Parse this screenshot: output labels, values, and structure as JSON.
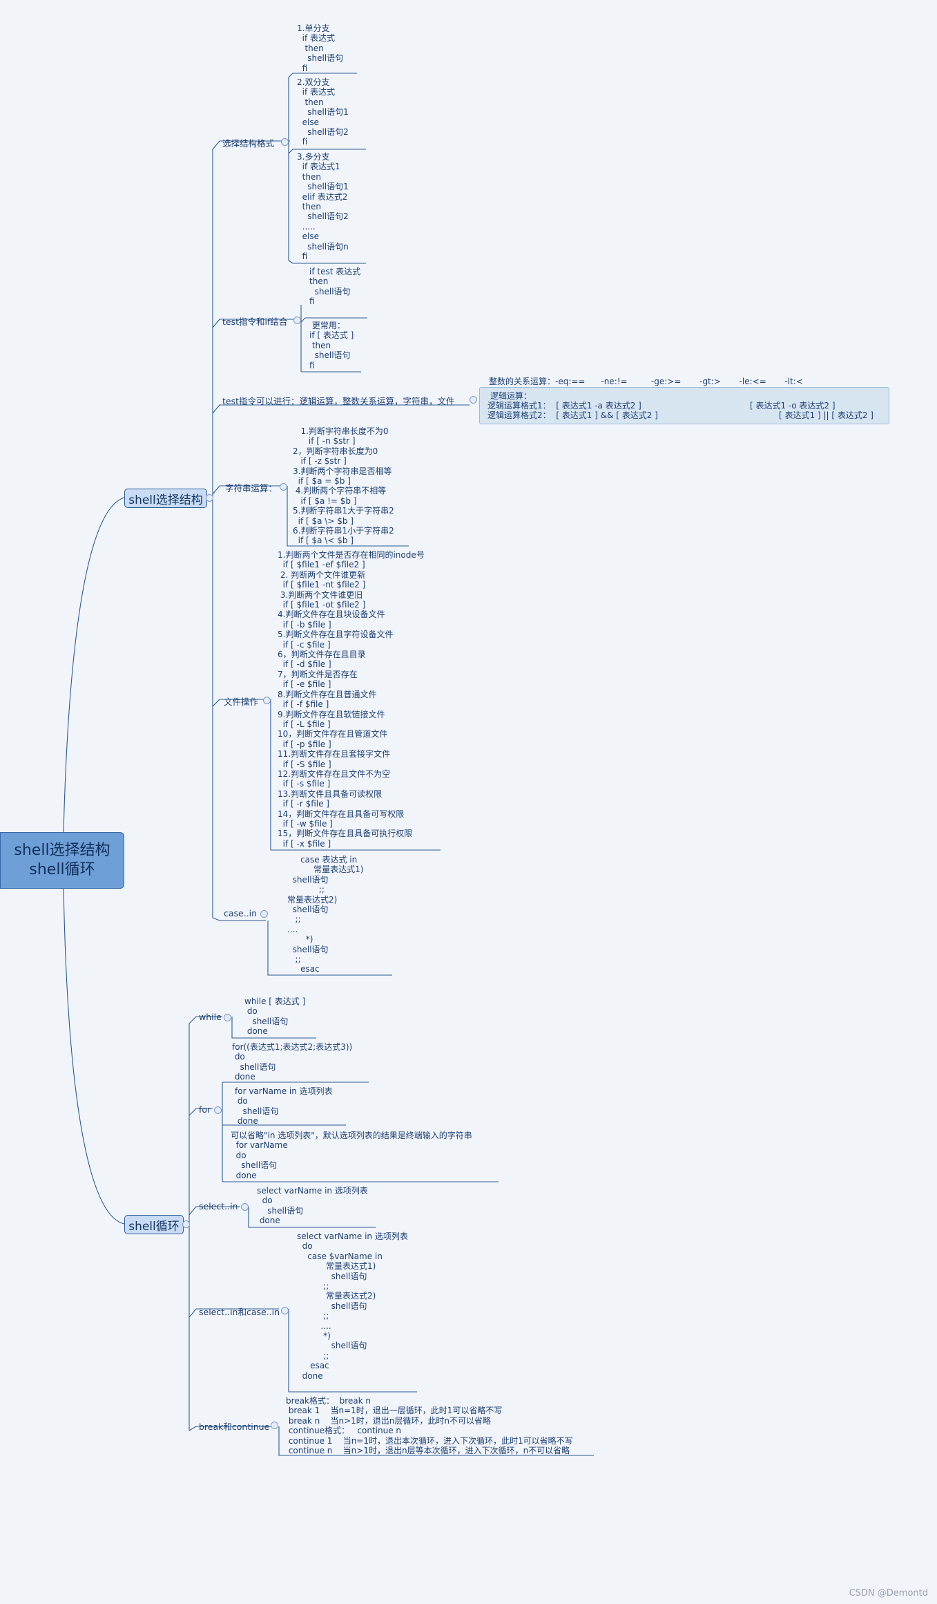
{
  "root": {
    "line1": "shell选择结构",
    "line2": "shell循环"
  },
  "sel": {
    "title": "shell选择结构",
    "branches": {
      "format": "选择结构格式",
      "testif": "test指令和if结合",
      "testops": "test指令可以进行：逻辑运算，整数关系运算，字符串，文件",
      "string": "字符串运算：",
      "file": "文件操作",
      "case": "case..in"
    },
    "format_single": "1.单分支\n  if 表达式\n   then\n    shell语句\n  fi",
    "format_double": "2.双分支\n  if 表达式\n   then\n    shell语句1\n  else\n    shell语句2\n  fi",
    "format_multi": "3.多分支\n  if 表达式1\n  then\n    shell语句1\n  elif 表达式2\n  then\n    shell语句2\n  .....\n  else\n    shell语句n\n  fi",
    "testif_a": "if test 表达式\nthen\n  shell语句\nfi",
    "testif_b": " 更常用：\nif [ 表达式 ]\n then\n  shell语句\nfi",
    "int_ops": "整数的关系运算：-eq:==      -ne:!=         -ge:>=       -gt:>       -le:<=       -lt:<",
    "logic_title": "逻辑运算：",
    "logic_fmt1": "逻辑运算格式1：  [ 表达式1 -a 表达式2 ]",
    "logic_fmt1b": "[ 表达式1 -o 表达式2 ]",
    "logic_fmt2": "逻辑运算格式2：  [ 表达式1 ] && [ 表达式2 ]",
    "logic_fmt2b": "[ 表达式1 ] || [ 表达式2 ]",
    "string_ops": "   1.判断字符串长度不为0\n      if [ -n $str ]\n2，判断字符串长度为0\n   if [ -z $str ]\n3.判断两个字符串是否相等\n  if [ $a = $b ]\n 4.判断两个字符串不相等\n   if [ $a != $b ]\n5.判断字符串1大于字符串2\n  if [ $a \\> $b ]\n6.判断字符串1小于字符串2\n  if [ $a \\< $b ]",
    "file_ops": "1.判断两个文件是否存在相同的inode号\n  if [ $file1 -ef $file2 ]\n 2. 判断两个文件谁更新\n  if [ $file1 -nt $file2 ]\n 3.判断两个文件谁更旧\n  if [ $file1 -ot $file2 ]\n4.判断文件存在且块设备文件\n  if [ -b $file ]\n5.判断文件存在且字符设备文件\n  if [ -c $file ]\n6，判断文件存在且目录\n  if [ -d $file ]\n7，判断文件是否存在\n  if [ -e $file ]\n8.判断文件存在且普通文件\n  if [ -f $file ]\n9.判断文件存在且软链接文件\n  if [ -L $file ]\n10，判断文件存在且管道文件\n  if [ -p $file ]\n11.判断文件存在且套接字文件\n  if [ -S $file ]\n12.判断文件存在且文件不为空\n  if [ -s $file ]\n13.判断文件且具备可读权限\n  if [ -r $file ]\n14，判断文件存在且具备可写权限\n  if [ -w $file ]\n15，判断文件存在且具备可执行权限\n  if [ -x $file ]",
    "case_code": "     case 表达式 in\n          常量表达式1)\n  shell语句\n            ;;\n常量表达式2)\n  shell语句\n   ;;\n....\n       *)\n  shell语句\n   ;;\n     esac"
  },
  "loop": {
    "title": "shell循环",
    "branches": {
      "while": "while",
      "for": "for",
      "select": "select..in",
      "selectcase": "select..in和case..in",
      "break": "break和continue"
    },
    "while_code": "while [ 表达式 ]\n do\n   shell语句\n done",
    "for_a": "for((表达式1;表达式2;表达式3))\n do\n   shell语句\n done",
    "for_b": "for varName in 选项列表\n do\n   shell语句\n done",
    "for_c": "可以省略\"in 选项列表\"，默认选项列表的结果是终端输入的字符串\n  for varName\n  do\n    shell语句\n  done",
    "select_code": "select varName in 选项列表\n  do\n    shell语句\n done",
    "selectcase_code": "select varName in 选项列表\n  do\n    case $varName in\n           常量表达式1)\n             shell语句\n          ;;\n           常量表达式2)\n             shell语句\n          ;;\n         ....\n          *)\n             shell语句\n          ;;\n     esac\n  done",
    "break_code": "break格式：  break n\n break 1    当n=1时，退出一层循环，此时1可以省略不写\n break n    当n>1时，退出n层循环，此时n不可以省略\n continue格式：   continue n\n continue 1    当n=1时，退出本次循环，进入下次循环，此时1可以省略不写\n continue n    当n>1时，退出n层等本次循环，进入下次循环，n不可以省略"
  },
  "watermark": "CSDN @Demontd",
  "colors": {
    "line": "#2a5a94",
    "node_fill": "#c9dcf4",
    "root_fill": "#6e9fd6",
    "background": "#f1f4f9"
  }
}
